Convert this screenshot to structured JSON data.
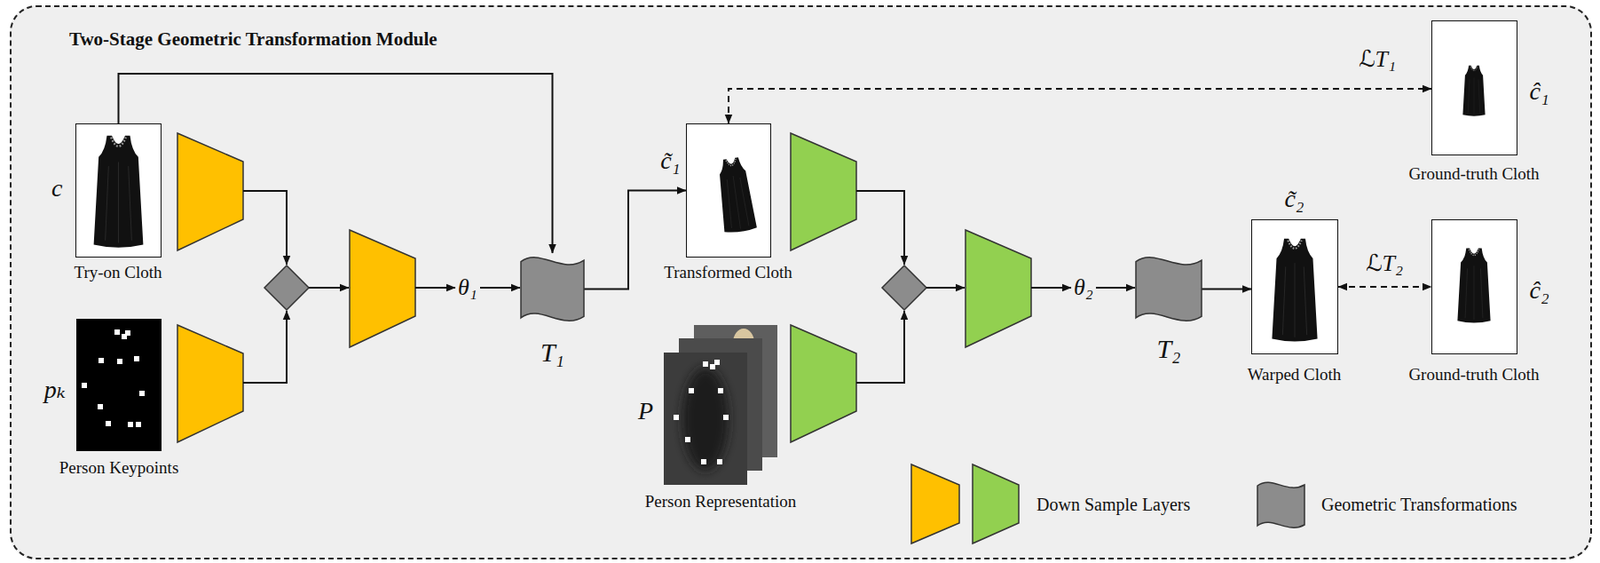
{
  "diagram": {
    "nodes": [
      {
        "text": [
          "Two-Stage Geometric Transformation Module"
        ]
      },
      {
        "text": [
          "c",
          "Try-on Cloth"
        ],
        "in": 0
      },
      {
        "text": [
          "pₖ",
          "Person Keypoints"
        ],
        "in": 0
      },
      {
        "text": [
          "T₁"
        ],
        "in": 0
      },
      {
        "text": [
          "c̃₁",
          "Transformed Cloth"
        ],
        "in": 0
      },
      {
        "text": [
          "P",
          "Person Representation"
        ],
        "in": 0
      },
      {
        "text": [
          "T₂"
        ],
        "in": 0
      },
      {
        "text": [
          "ĉ₁",
          "Ground-truth Cloth"
        ],
        "in": 0
      },
      {
        "text": [
          "c̃₂",
          "Warped Cloth"
        ],
        "in": 0
      },
      {
        "text": [
          "ĉ₂",
          "Ground-truth Cloth"
        ],
        "in": 0
      }
    ],
    "edges": [
      {
        "from": 1,
        "to": 3,
        "arrow": "to"
      },
      {
        "from": 3,
        "to": 4,
        "arrow": "to"
      },
      {
        "from": 6,
        "to": 8,
        "arrow": "to"
      },
      {
        "from": 4,
        "to": 7,
        "label": "ℒT₁",
        "arrow": "both"
      },
      {
        "from": 8,
        "to": 9,
        "label": "ℒT₂",
        "arrow": "both"
      }
    ],
    "labels": [
      "θ₁",
      "θ₂"
    ],
    "legend": [
      {
        "text": "Down Sample Layers"
      },
      {
        "text": "Geometric Transformations"
      }
    ]
  }
}
